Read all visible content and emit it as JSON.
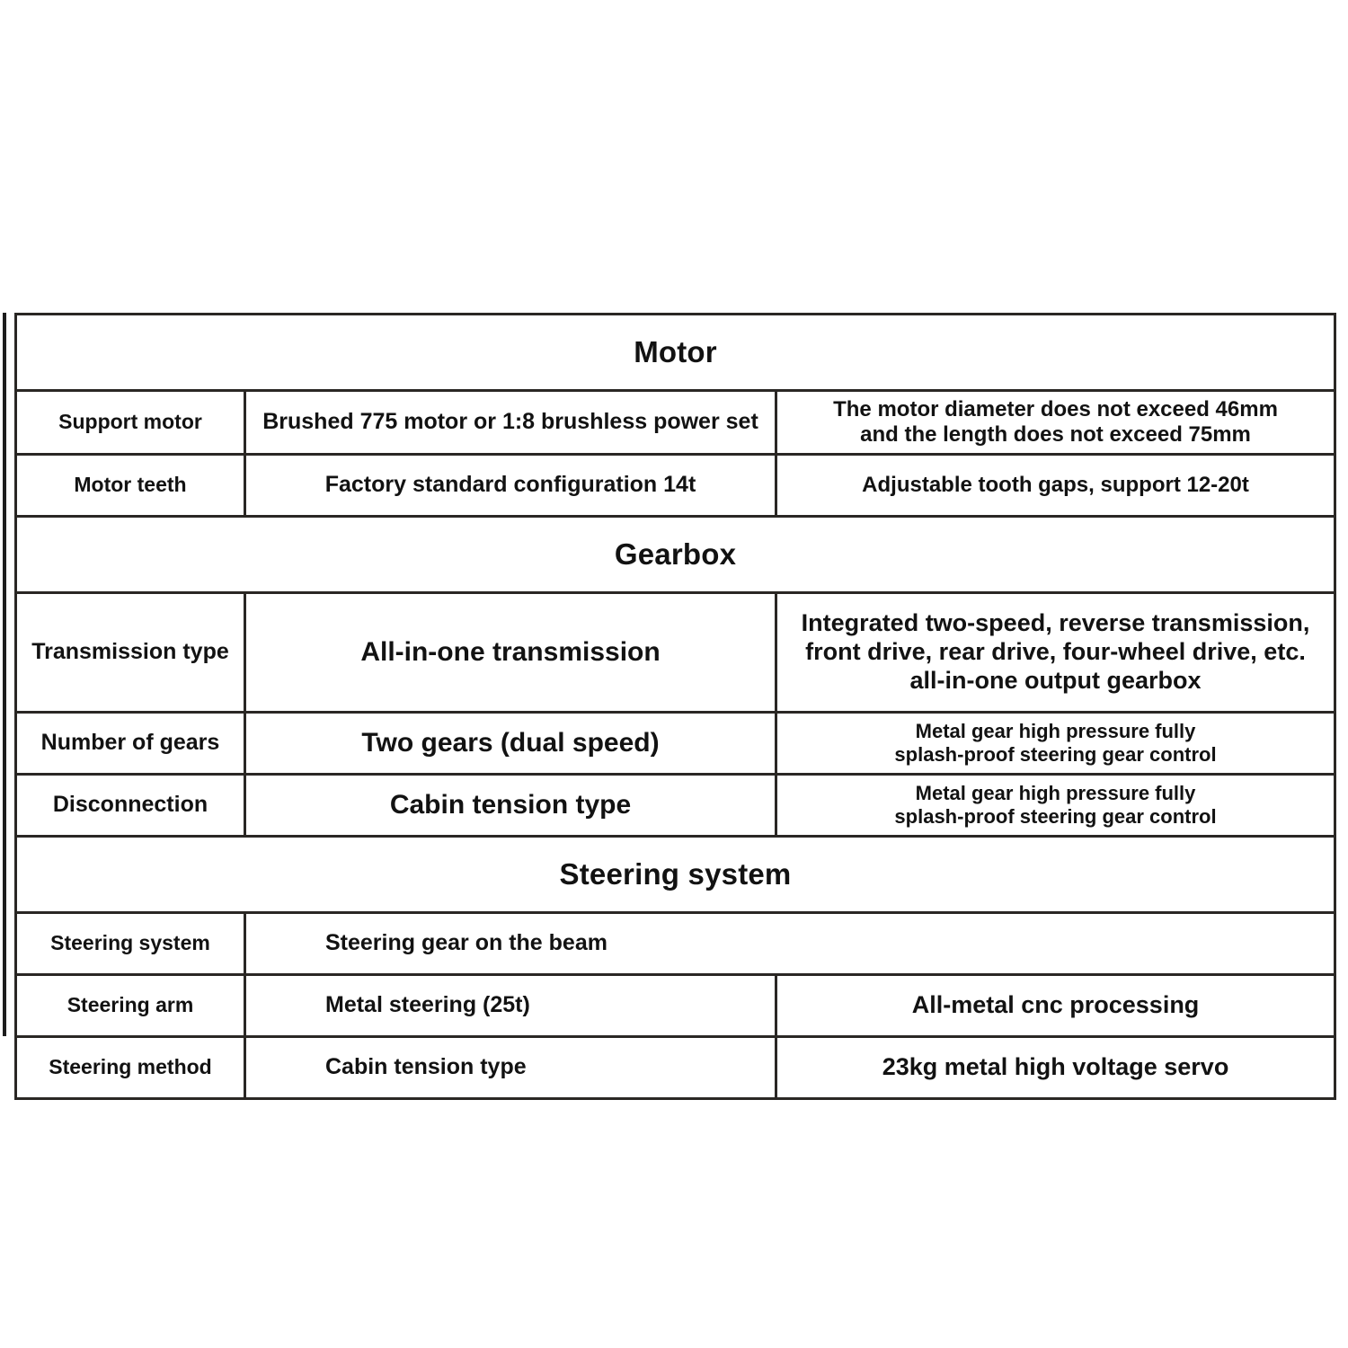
{
  "document": {
    "title": "RC Vehicle Specification Table",
    "accent_header_bg": "#fbe0d2",
    "border_color": "#2a2724",
    "text_color": "#121212"
  },
  "table": {
    "sections": [
      {
        "id": "motor",
        "heading": "Motor",
        "rows": [
          {
            "label": "Support motor",
            "value_mid": "Brushed 775 motor or 1:8 brushless power set",
            "value_right": "The motor diameter does not exceed 46mm\nand the length does not exceed 75mm"
          },
          {
            "label": "Motor teeth",
            "value_mid": "Factory standard configuration 14t",
            "value_right": "Adjustable tooth gaps, support 12-20t"
          }
        ]
      },
      {
        "id": "gearbox",
        "heading": "Gearbox",
        "rows": [
          {
            "label": "Transmission type",
            "value_mid": "All-in-one transmission",
            "value_right": "Integrated two-speed, reverse transmission,\nfront drive, rear drive, four-wheel drive, etc.\nall-in-one output gearbox"
          },
          {
            "label": "Number of gears",
            "value_mid": "Two gears (dual speed)",
            "value_right": "Metal gear high pressure fully\nsplash-proof steering gear control"
          },
          {
            "label": "Disconnection",
            "value_mid": "Cabin tension type",
            "value_right": "Metal gear high pressure fully\nsplash-proof steering gear control"
          }
        ]
      },
      {
        "id": "steering-system",
        "heading": "Steering system",
        "rows": [
          {
            "label": "Steering system",
            "value_mid": "Steering gear on the beam",
            "value_right": null
          },
          {
            "label": "Steering arm",
            "value_mid": "Metal steering (25t)",
            "value_right": "All-metal cnc processing"
          },
          {
            "label": "Steering method",
            "value_mid": "Cabin tension type",
            "value_right": "23kg metal high voltage servo"
          }
        ]
      }
    ]
  }
}
